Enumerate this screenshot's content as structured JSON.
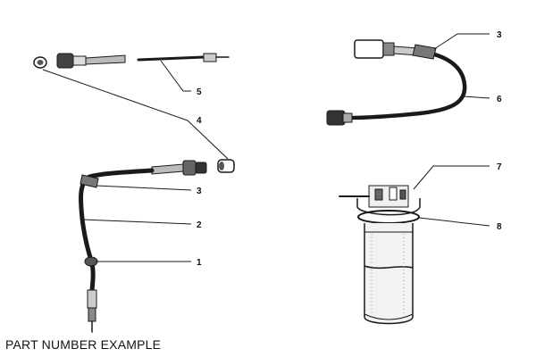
{
  "caption": "PART NUMBER EXAMPLE",
  "callouts": {
    "c1": "1",
    "c2": "2",
    "c3a": "3",
    "c3b": "3",
    "c4": "4",
    "c5": "5",
    "c6": "6",
    "c7": "7",
    "c8": "8"
  },
  "colors": {
    "ink": "#1a1a1a",
    "background": "#ffffff"
  }
}
